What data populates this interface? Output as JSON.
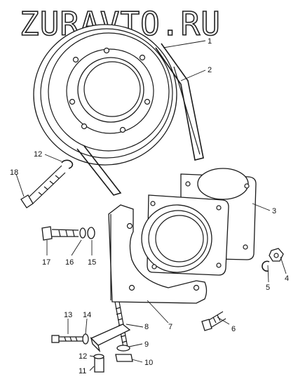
{
  "watermark": "ZURAVTO.RU",
  "callouts": [
    {
      "label": "1"
    },
    {
      "label": "2"
    },
    {
      "label": "3"
    },
    {
      "label": "4"
    },
    {
      "label": "5"
    },
    {
      "label": "6"
    },
    {
      "label": "7"
    },
    {
      "label": "8"
    },
    {
      "label": "9"
    },
    {
      "label": "10"
    },
    {
      "label": "11"
    },
    {
      "label": "12"
    },
    {
      "label": "13"
    },
    {
      "label": "14"
    },
    {
      "label": "15"
    },
    {
      "label": "16"
    },
    {
      "label": "17"
    },
    {
      "label": "12"
    },
    {
      "label": "18"
    }
  ]
}
